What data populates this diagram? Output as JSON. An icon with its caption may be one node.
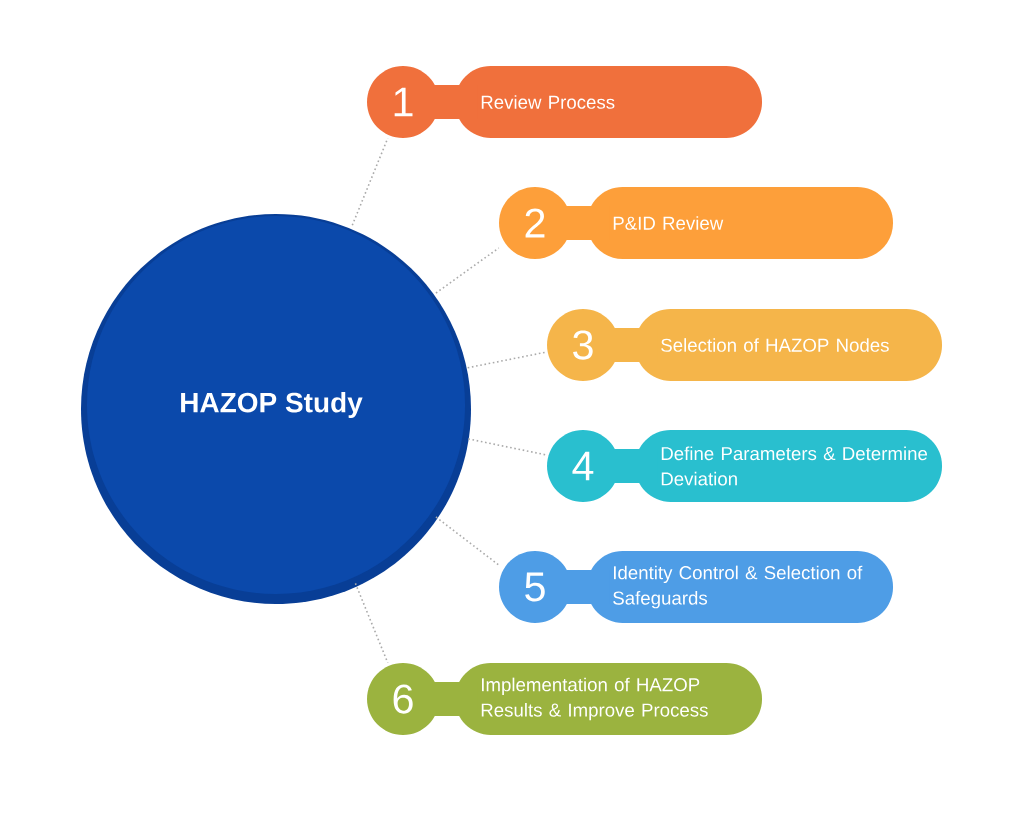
{
  "diagram": {
    "nodes": [
      {
        "text": [
          "HAZOP Study"
        ]
      },
      {
        "text": [
          "1",
          "Review Process"
        ]
      },
      {
        "text": [
          "2",
          "P&ID Review"
        ]
      },
      {
        "text": [
          "3",
          "Selection of HAZOP Nodes"
        ]
      },
      {
        "text": [
          "4",
          "Define Parameters & Determine Deviation"
        ]
      },
      {
        "text": [
          "5",
          "Identity Control & Selection of Safeguards"
        ]
      },
      {
        "text": [
          "6",
          "Implementation of HAZOP Results & Improve Process"
        ]
      }
    ],
    "edges": [
      {
        "from": 0,
        "to": 1,
        "arrow": "none",
        "style": "dashed"
      },
      {
        "from": 0,
        "to": 2,
        "arrow": "none",
        "style": "dashed"
      },
      {
        "from": 0,
        "to": 3,
        "arrow": "none",
        "style": "dashed"
      },
      {
        "from": 0,
        "to": 4,
        "arrow": "none",
        "style": "dashed"
      },
      {
        "from": 0,
        "to": 5,
        "arrow": "none",
        "style": "dashed"
      },
      {
        "from": 0,
        "to": 6,
        "arrow": "none",
        "style": "dashed"
      }
    ]
  }
}
